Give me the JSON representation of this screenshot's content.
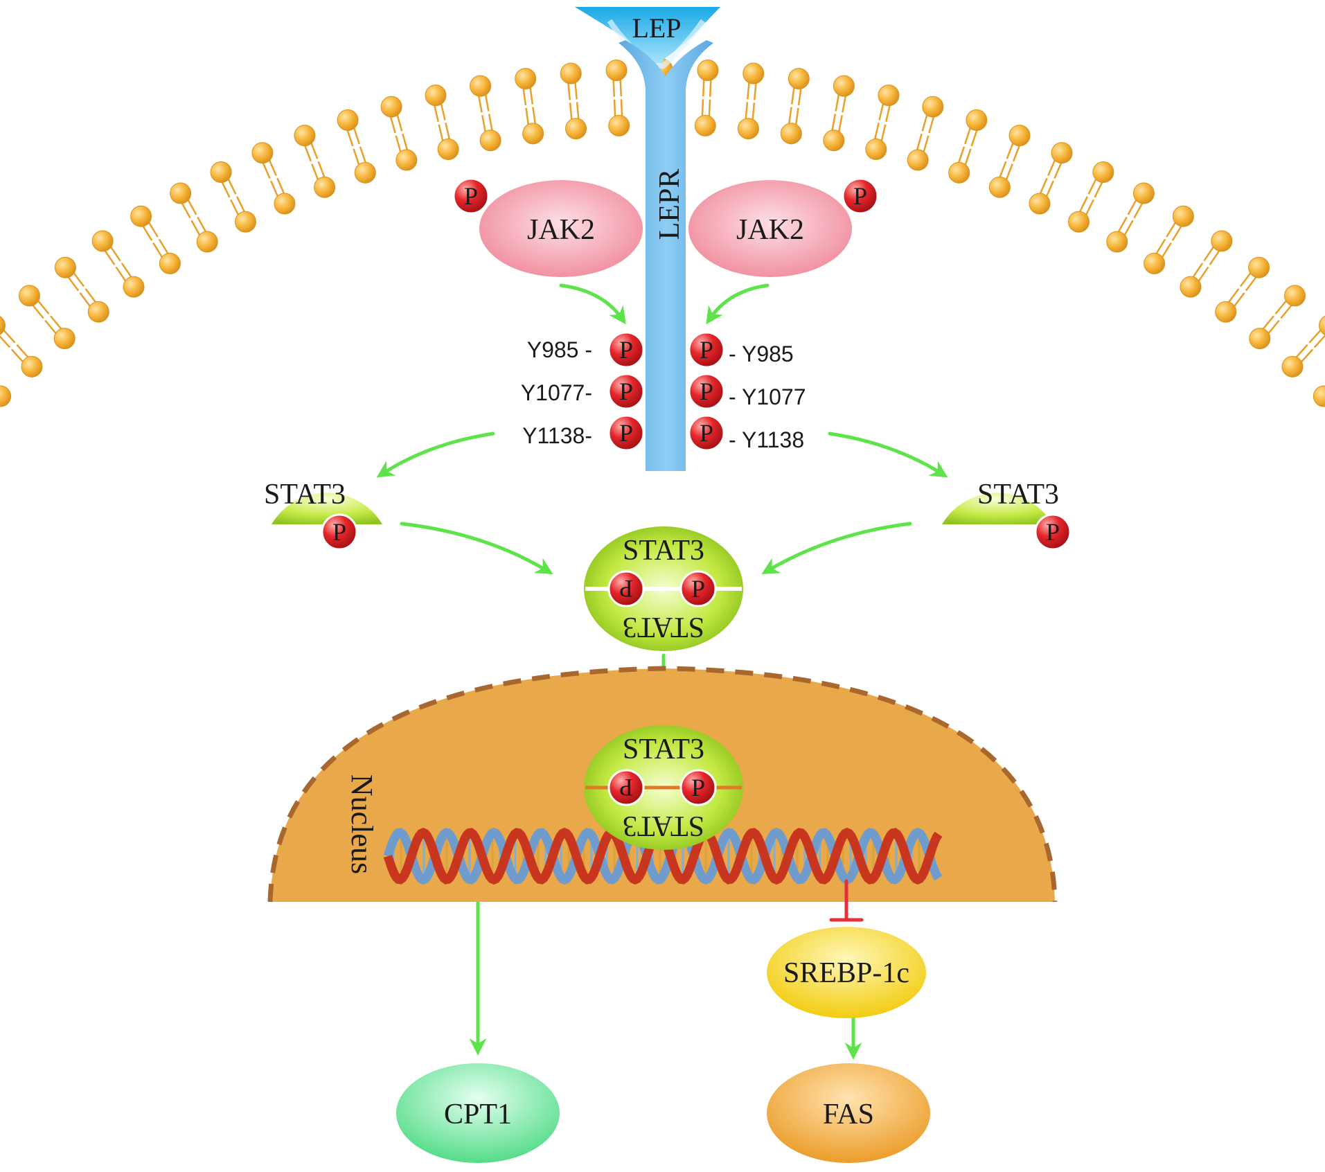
{
  "ligand": {
    "label": "LEP"
  },
  "receptor": {
    "label": "LEPR"
  },
  "kinases": {
    "left": "JAK2",
    "right": "JAK2"
  },
  "phospho_label": "P",
  "tyrosine_sites": {
    "left": [
      "Y985 -",
      "Y1077-",
      "Y1138-"
    ],
    "right": [
      "- Y985",
      "- Y1077",
      "- Y1138"
    ]
  },
  "stat": {
    "left": "STAT3",
    "right": "STAT3",
    "dimer_top": "STAT3",
    "dimer_bottom": "STAT3",
    "nuclear_top": "STAT3",
    "nuclear_bottom": "STAT3"
  },
  "nucleus": {
    "label": "Nucleus"
  },
  "targets": {
    "srebp": "SREBP-1c",
    "cpt1": "CPT1",
    "fas": "FAS"
  },
  "colors": {
    "lipid_head": "#f6b53a",
    "lipid_tail": "#e8a028",
    "receptor": "#6fb7ea",
    "ligand": "#2fb6e8",
    "jak2": "#f39aaa",
    "phospho": "#e5262b",
    "stat3": "#b8e23a",
    "activation_arrow": "#5ee34a",
    "inhibition_bar": "#e5303a",
    "nucleus": "#e9a84a",
    "nucleus_border": "#a8672e",
    "dna_strand_a": "#c8361f",
    "dna_strand_b": "#6f9ccd",
    "srebp": "#f2d81c",
    "cpt1": "#6fe69a",
    "fas": "#f0ad3c"
  }
}
